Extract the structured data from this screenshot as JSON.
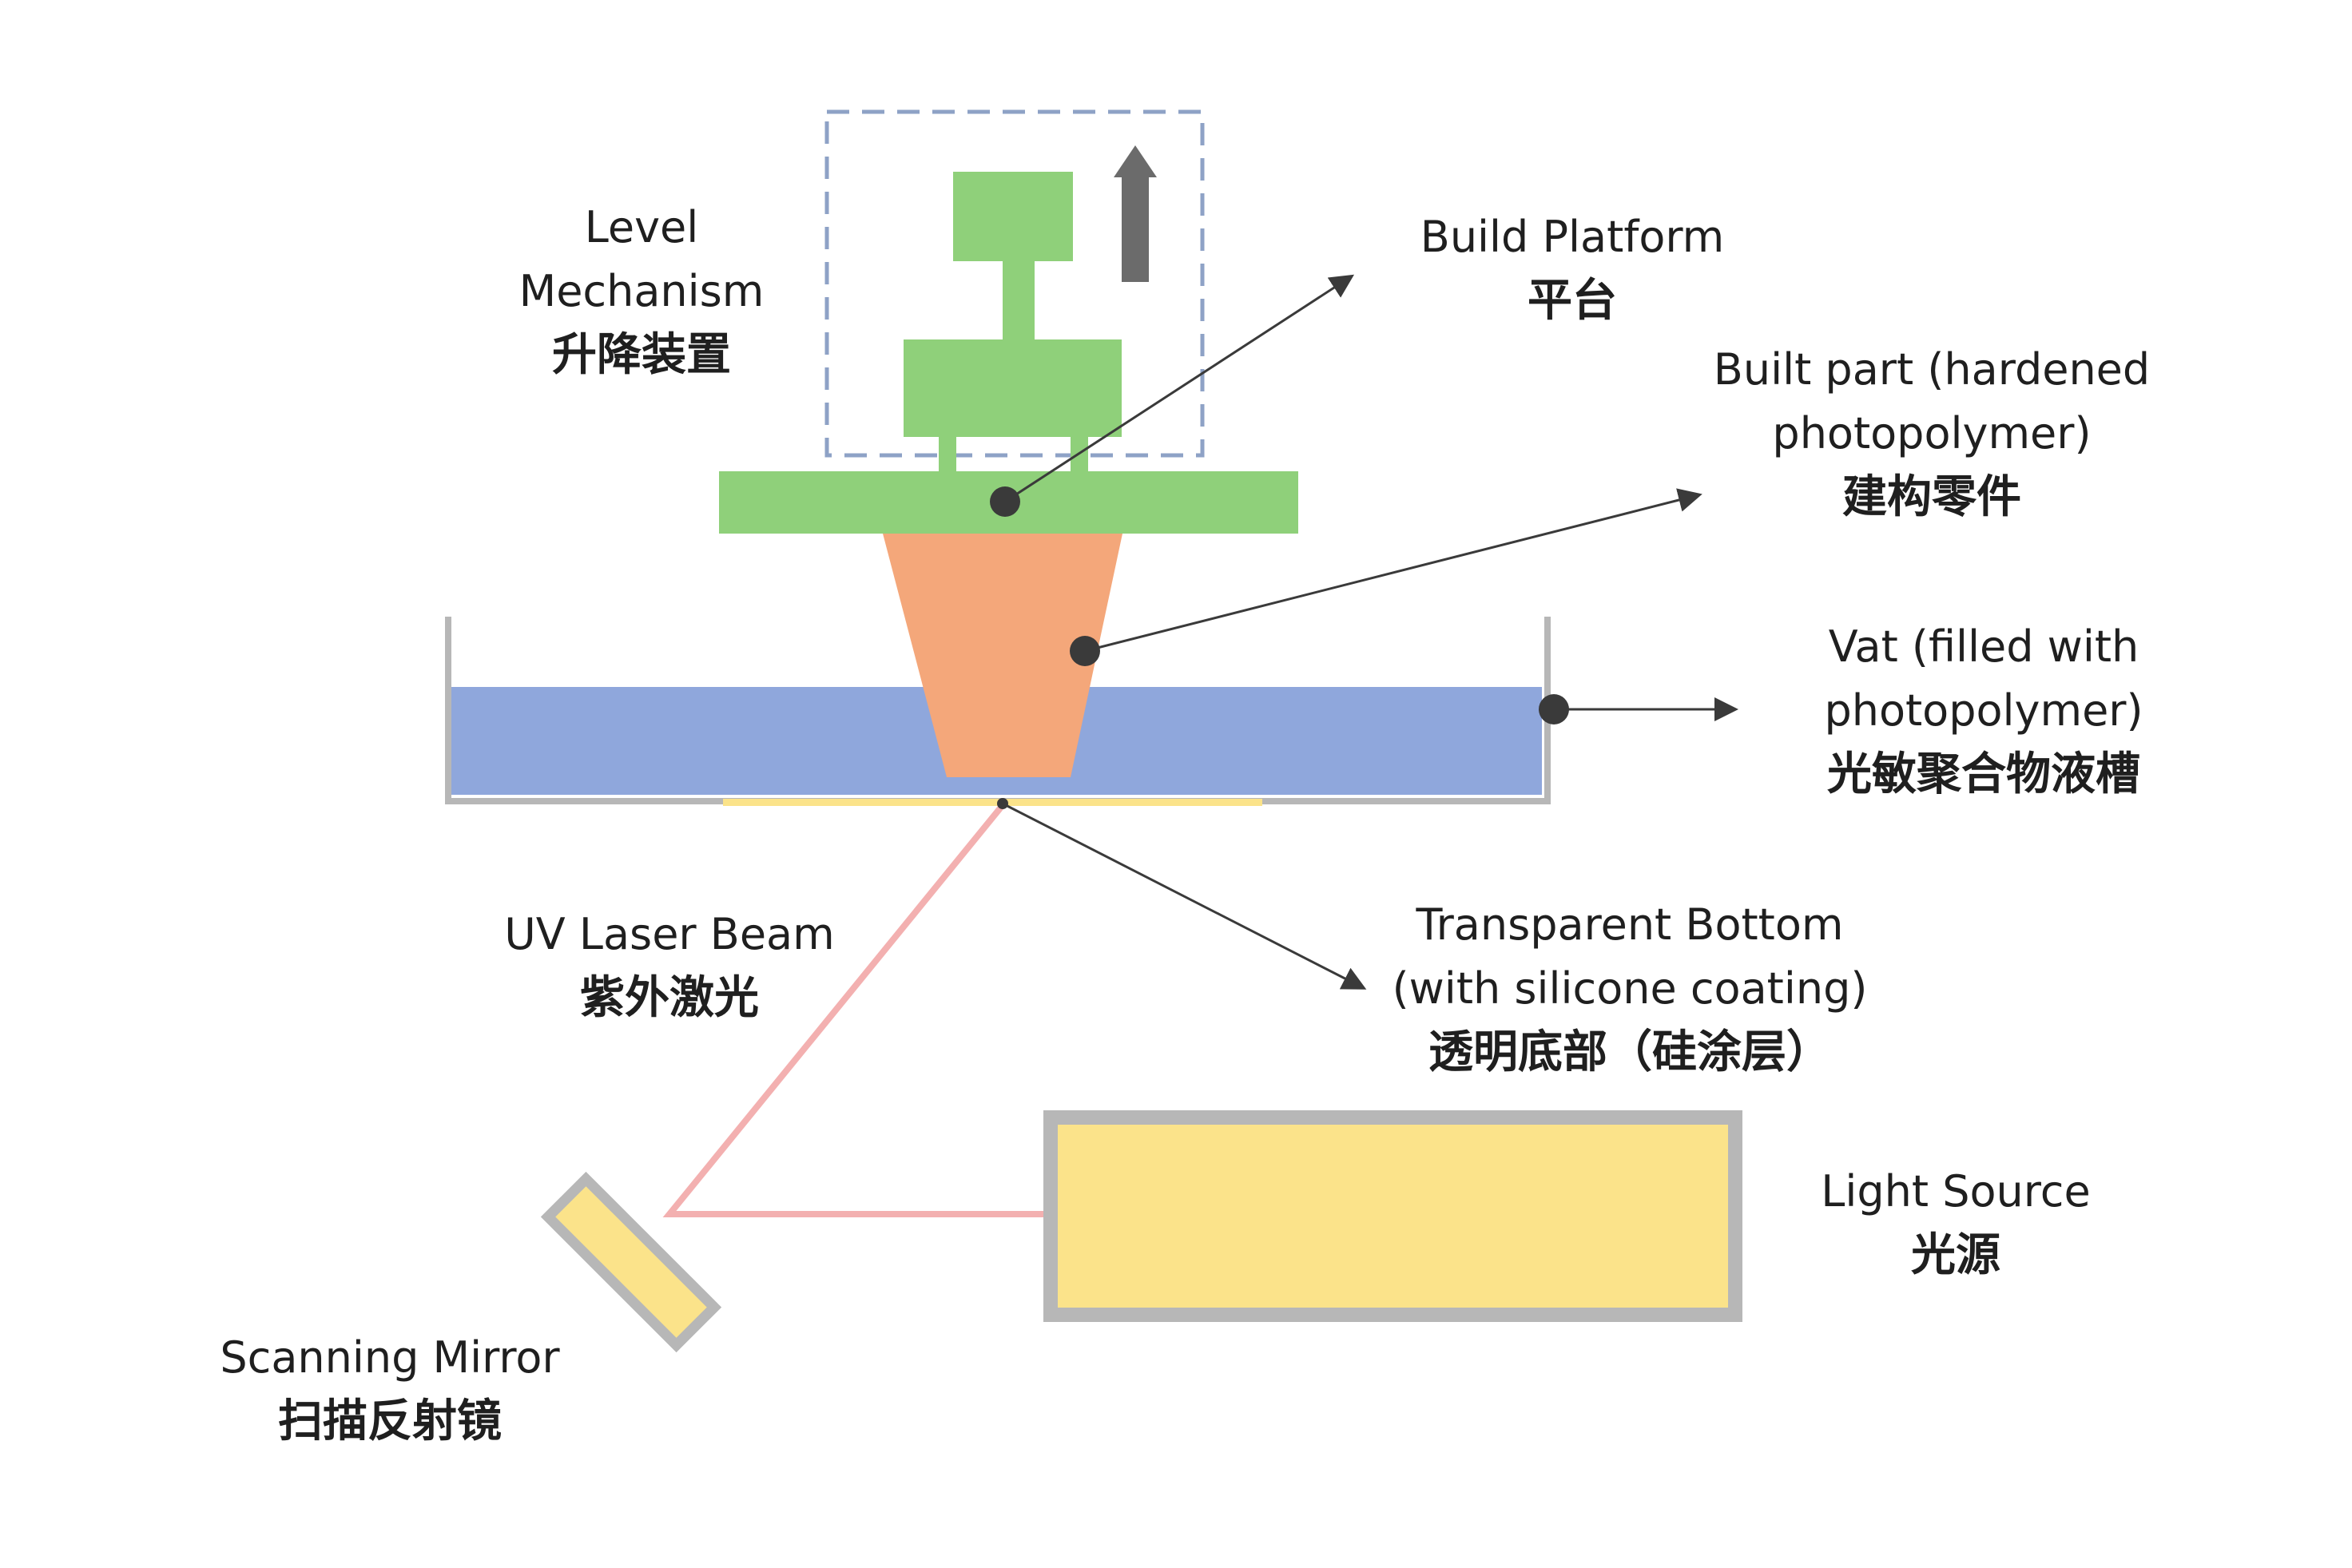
{
  "labels": {
    "level_mechanism": {
      "en": [
        "Level",
        "Mechanism"
      ],
      "zh": "升降装置"
    },
    "build_platform": {
      "en": [
        "Build Platform"
      ],
      "zh": "平台"
    },
    "built_part": {
      "en": [
        "Built part (hardened",
        "photopolymer)"
      ],
      "zh": "建构零件"
    },
    "vat": {
      "en": [
        "Vat (filled with",
        "photopolymer)"
      ],
      "zh": "光敏聚合物液槽"
    },
    "uv_laser": {
      "en": [
        "UV Laser Beam"
      ],
      "zh": "紫外激光"
    },
    "transparent_bottom": {
      "en": [
        "Transparent Bottom",
        "(with silicone coating)"
      ],
      "zh": "透明底部（硅涂层）"
    },
    "light_source": {
      "en": [
        "Light Source"
      ],
      "zh": "光源"
    },
    "scanning_mirror": {
      "en": [
        "Scanning Mirror"
      ],
      "zh": "扫描反射镜"
    }
  },
  "colors": {
    "platform_green": "#8fd07a",
    "part_orange": "#f4a77a",
    "resin_blue": "#8fa7dc",
    "light_yellow": "#fbe38a",
    "frame_gray": "#b7b7b7",
    "dashed_blue": "#8ea2c6",
    "arrow_gray": "#6b6b6b",
    "laser_pink": "#f3b0b0",
    "line_dark": "#3a3a3a"
  }
}
